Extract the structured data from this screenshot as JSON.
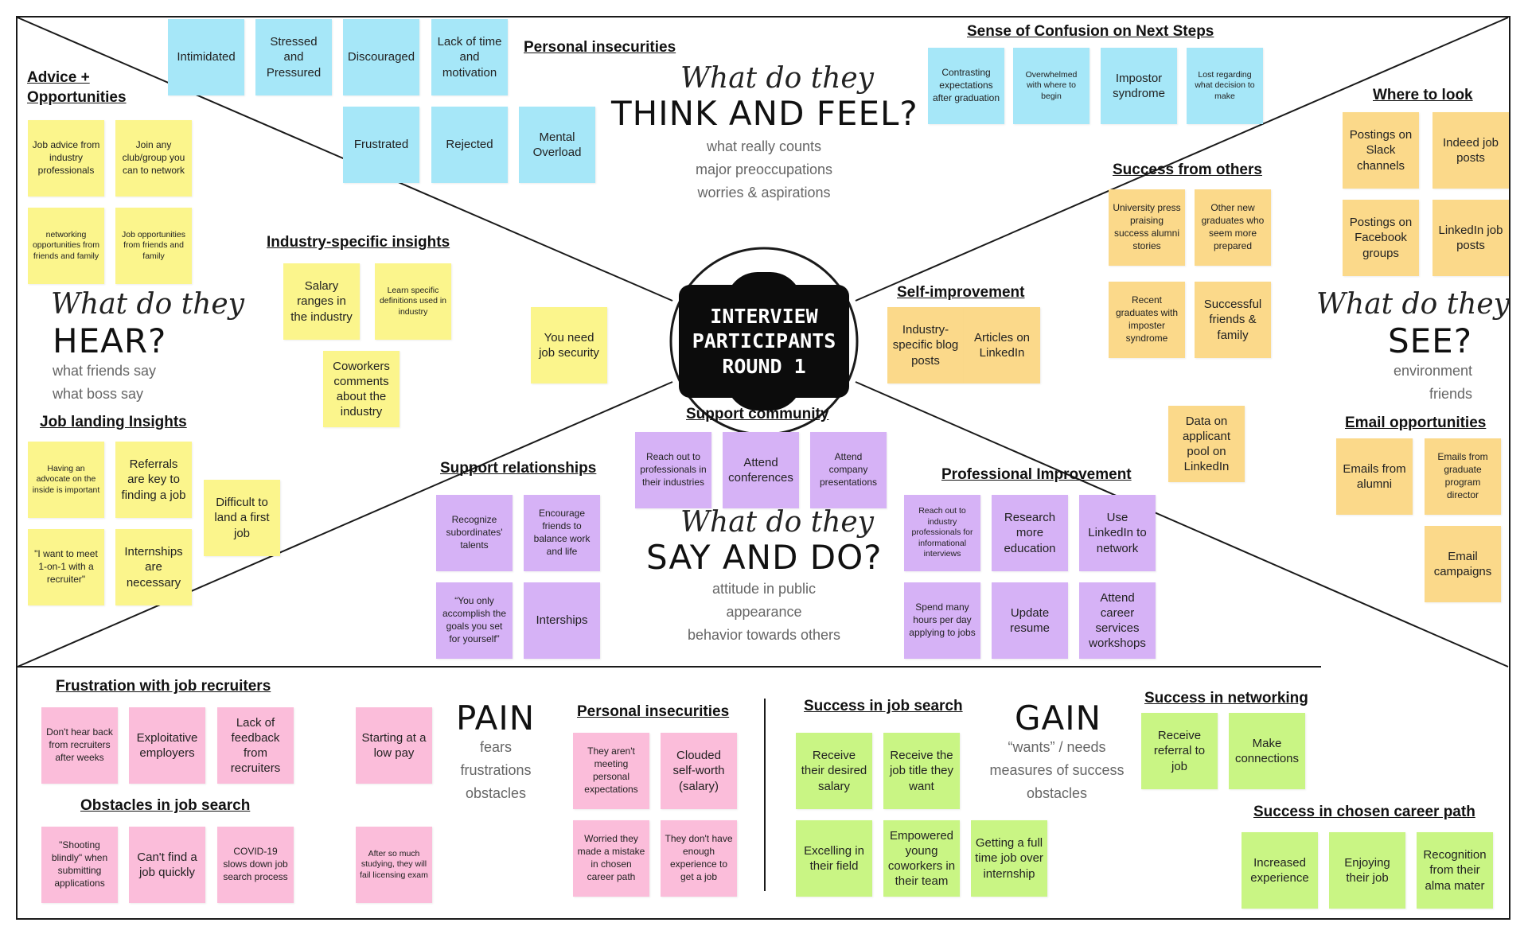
{
  "center": {
    "title": "INTERVIEW\nPARTICIPANTS\nROUND 1"
  },
  "quadrants": {
    "think": {
      "q": "What do they",
      "big": "THINK AND FEEL?",
      "sub": [
        "what really counts",
        "major preoccupations",
        "worries & aspirations"
      ]
    },
    "hear": {
      "q": "What do they",
      "big": "HEAR?",
      "sub": [
        "what friends say",
        "what boss say"
      ]
    },
    "see": {
      "q": "What do they",
      "big": "SEE?",
      "sub": [
        "environment",
        "friends"
      ]
    },
    "say": {
      "q": "What do they",
      "big": "SAY AND DO?",
      "sub": [
        "attitude in public",
        "appearance",
        "behavior towards others"
      ]
    },
    "pain": {
      "big": "PAIN",
      "sub": [
        "fears",
        "frustrations",
        "obstacles"
      ]
    },
    "gain": {
      "big": "GAIN",
      "sub": [
        "“wants” / needs",
        "measures of success",
        "obstacles"
      ]
    }
  },
  "headings": {
    "personal_insecurities_top": "Personal insecurities",
    "confusion": "Sense of Confusion on Next Steps",
    "advice": "Advice +\nOpportunities",
    "industry": "Industry-specific insights",
    "job_landing": "Job landing Insights",
    "where_to_look": "Where to look",
    "success_others": "Success from others",
    "self_improvement": "Self-improvement",
    "email": "Email opportunities",
    "support_community": "Support community",
    "support_relationships": "Support relationships",
    "professional": "Professional Improvement",
    "frustration": "Frustration with job recruiters",
    "obstacles": "Obstacles in job search",
    "personal_insecurities_bottom": "Personal insecurities",
    "success_search": "Success in job search",
    "success_networking": "Success in networking",
    "success_career": "Success in chosen career path"
  },
  "notes": {
    "intimidated": "Intimidated",
    "stressed": "Stressed and Pressured",
    "discouraged": "Discouraged",
    "lack_time": "Lack of time and motivation",
    "frustrated": "Frustrated",
    "rejected": "Rejected",
    "mental": "Mental Overload",
    "contrasting": "Contrasting expectations after graduation",
    "overwhelmed": "Overwhelmed with where to begin",
    "impostor": "Impostor syndrome",
    "lost": "Lost regarding what decision to make",
    "job_advice": "Job advice from industry professionals",
    "join_club": "Join any club/group you can to network",
    "networking_opps": "networking opportunities from friends and family",
    "job_opps": "Job opportunities from friends and family",
    "salary_ranges": "Salary ranges in the industry",
    "learn_defs": "Learn specific definitions used in industry",
    "coworkers": "Coworkers comments about the industry",
    "job_security": "You need job security",
    "advocate": "Having an advocate on the inside is important",
    "referrals": "Referrals are key to finding a job",
    "difficult": "Difficult to land a first job",
    "meet_recruiter": "\"I want to meet 1-on-1 with a recruiter\"",
    "internships_necessary": "Internships are necessary",
    "slack": "Postings on Slack channels",
    "indeed": "Indeed job posts",
    "facebook": "Postings on Facebook groups",
    "linkedin_posts": "LinkedIn job posts",
    "univ_press": "University press praising success alumni stories",
    "other_grads": "Other new graduates who seem more prepared",
    "recent_grads": "Recent graduates with imposter syndrome",
    "successful_friends": "Successful friends & family",
    "blog_posts": "Industry-specific blog posts",
    "articles_linkedin": "Articles on LinkedIn",
    "data_applicant": "Data on applicant pool on LinkedIn",
    "emails_alumni": "Emails from alumni",
    "emails_director": "Emails from graduate program director",
    "email_campaigns": "Email campaigns",
    "reach_out_pro": "Reach out to professionals in their industries",
    "attend_conf": "Attend conferences",
    "attend_company": "Attend company presentations",
    "recognize": "Recognize subordinates' talents",
    "encourage": "Encourage friends to balance work and life",
    "only_accomplish": "“You only accomplish the goals you set for yourself”",
    "interships": "Interships",
    "reach_informational": "Reach out to industry professionals for informational interviews",
    "research_edu": "Research more education",
    "use_linkedin": "Use LinkedIn to network",
    "spend_hours": "Spend many hours per day applying to jobs",
    "update_resume": "Update resume",
    "attend_workshops": "Attend career services workshops",
    "dont_hear": "Don't hear back from recruiters after weeks",
    "exploitative": "Exploitative employers",
    "lack_feedback": "Lack of feedback from recruiters",
    "starting_low": "Starting at a low pay",
    "shooting": "\"Shooting blindly\" when submitting applications",
    "cant_find": "Can't find a job quickly",
    "covid": "COVID-19 slows down job search process",
    "licensing": "After so much studying, they will fail licensing exam",
    "arent_meeting": "They aren't meeting personal expectations",
    "clouded": "Clouded self-worth (salary)",
    "worried_mistake": "Worried they made a mistake in chosen career path",
    "not_enough_exp": "They don't have enough experience to get a job",
    "desired_salary": "Receive their desired salary",
    "job_title": "Receive the job title they want",
    "excelling": "Excelling in their field",
    "empowered": "Empowered young coworkers in their team",
    "full_time": "Getting a full time job over internship",
    "referral": "Receive referral to job",
    "make_connections": "Make connections",
    "increased_exp": "Increased experience",
    "enjoying": "Enjoying their job",
    "recognition": "Recognition from their alma mater"
  },
  "colors": {
    "think_feel": "#a6e7f8",
    "hear": "#fbf58c",
    "see": "#fbd98a",
    "say_do": "#d6b2f6",
    "pain": "#fbbdda",
    "gain": "#c9f584",
    "center": "#0c0c0c"
  }
}
